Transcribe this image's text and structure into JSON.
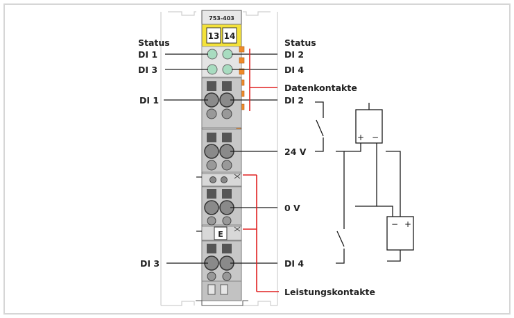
{
  "module": {
    "part_number": "753-403",
    "channel_left": "13",
    "channel_right": "14",
    "marker_e": "E"
  },
  "labels": {
    "status_left": "Status",
    "status_right": "Status",
    "di1_led": "DI 1",
    "di3_led": "DI 3",
    "di2_led": "DI 2",
    "di4_led": "DI 4",
    "datenkontakte": "Datenkontakte",
    "di1_terminal": "DI 1",
    "di2_terminal": "DI 2",
    "supply_24v": "24 V",
    "supply_0v": "0 V",
    "di3_terminal": "DI 3",
    "di4_terminal": "DI 4",
    "leistungskontakte": "Leistungskontakte"
  },
  "colors": {
    "frame": "#d6d6d6",
    "module_body": "#c9c9c9",
    "label_yellow": "#f4e23a",
    "led_green": "#a8dcc0",
    "data_contact_orange": "#ee8a2a",
    "power_contact_red": "#e02020",
    "wire": "#1a1a1a"
  }
}
